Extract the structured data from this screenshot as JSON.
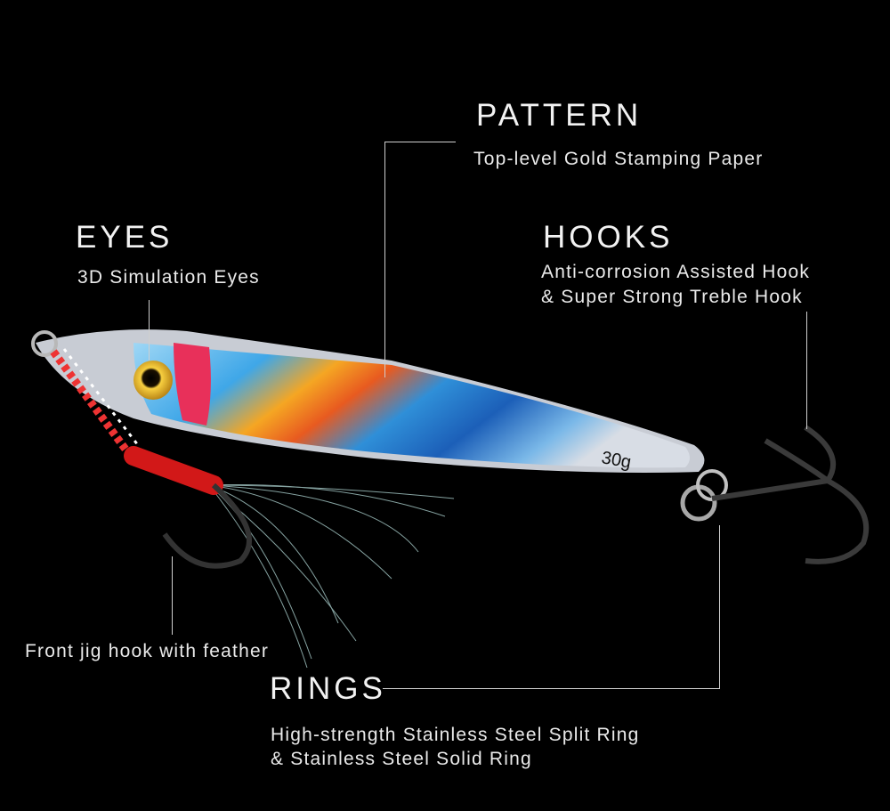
{
  "features": {
    "pattern": {
      "title": "PATTERN",
      "desc": "Top-level Gold Stamping Paper"
    },
    "eyes": {
      "title": "EYES",
      "desc": "3D Simulation Eyes"
    },
    "hooks": {
      "title": "HOOKS",
      "desc_line1": "Anti-corrosion Assisted Hook",
      "desc_line2": "& Super Strong Treble Hook"
    },
    "front_hook": {
      "desc": "Front jig hook with feather"
    },
    "rings": {
      "title": "RINGS",
      "desc_line1": "High-strength Stainless Steel Split Ring",
      "desc_line2": "& Stainless Steel Solid Ring"
    }
  },
  "product": {
    "weight_marking": "30g"
  },
  "colors": {
    "background": "#000000",
    "text": "#f2f2f2",
    "leader_line": "#cfcfcf"
  }
}
